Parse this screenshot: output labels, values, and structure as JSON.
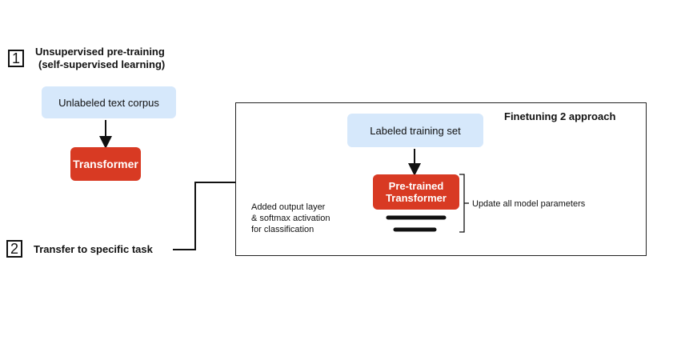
{
  "step1": {
    "number": "1",
    "title_line1": "Unsupervised pre-training",
    "title_line2": "(self-supervised learning)",
    "corpus_label": "Unlabeled text corpus",
    "model_label": "Transformer"
  },
  "step2": {
    "number": "2",
    "title": "Transfer to specific task"
  },
  "panel": {
    "title": "Finetuning 2 approach",
    "training_set_label": "Labeled training set",
    "model_line1": "Pre-trained",
    "model_line2": "Transformer",
    "bracket_label": "Update all model parameters",
    "output_note_line1": "Added output layer",
    "output_note_line2": "& softmax activation",
    "output_note_line3": "for classification"
  },
  "colors": {
    "blue_box": "#d6e8fb",
    "red_box": "#d83a23"
  }
}
